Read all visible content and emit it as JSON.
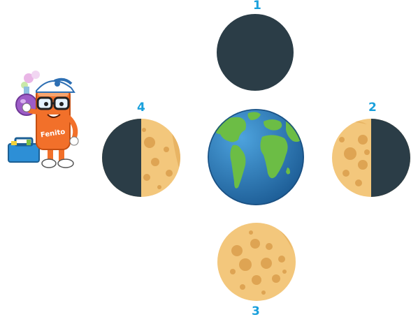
{
  "labels": {
    "pos1": "1",
    "pos2": "2",
    "pos3": "3",
    "pos4": "4"
  },
  "mascot": {
    "name": "Fenito"
  },
  "colors": {
    "label": "#1aa0dc",
    "moon_dark": "#2b3d47",
    "moon_light": "#f3c77c",
    "moon_crater": "#dea453",
    "ocean": "#2b78b8",
    "land": "#6cbd45",
    "mascot_body": "#f2702a"
  },
  "icons": {
    "center": "earth-icon",
    "phases": [
      "new-moon-icon",
      "waning-half-moon-icon",
      "full-moon-icon",
      "waxing-half-moon-icon"
    ],
    "character": "mascot-scientist-icon"
  }
}
